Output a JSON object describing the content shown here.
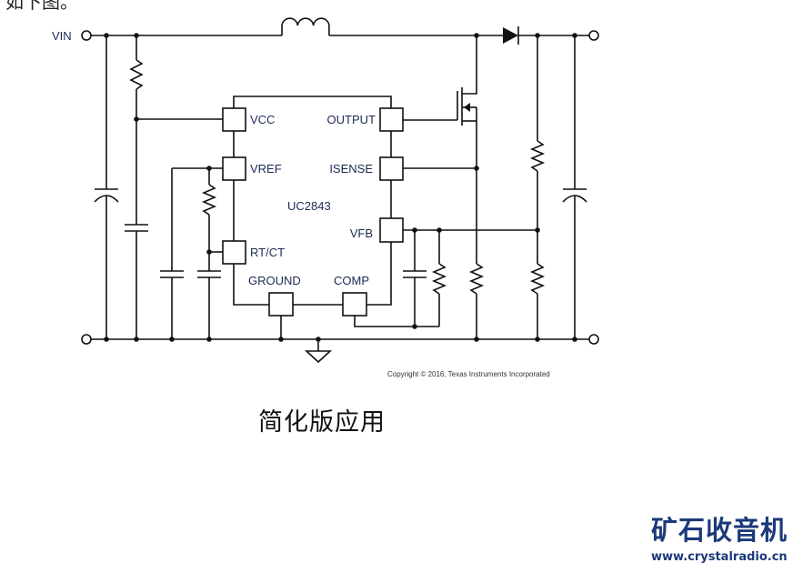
{
  "header_fragment": "如下图。",
  "schematic": {
    "vin_label": "VIN",
    "ic_name": "UC2843",
    "pins": {
      "vcc": "VCC",
      "output": "OUTPUT",
      "vref": "VREF",
      "isense": "ISENSE",
      "vfb": "VFB",
      "rtct": "RT/CT",
      "ground": "GROUND",
      "comp": "COMP"
    },
    "copyright": "Copyright © 2016, Texas Instruments Incorporated"
  },
  "caption": "简化版应用",
  "watermark": {
    "name": "矿石收音机",
    "url": "www.crystalradio.cn"
  }
}
